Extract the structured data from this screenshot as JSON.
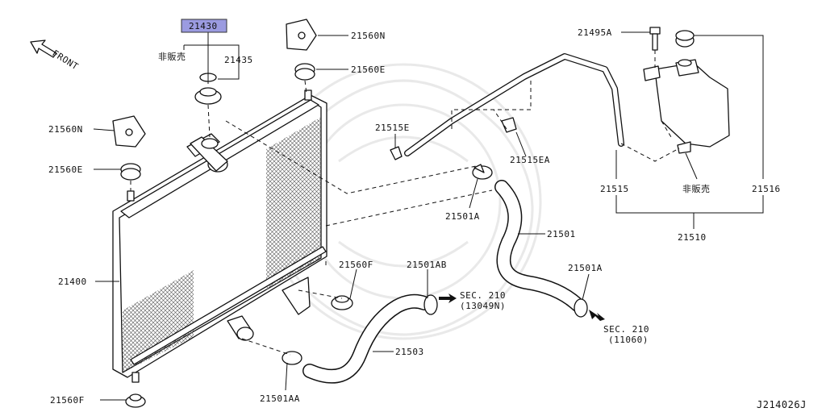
{
  "diagram": {
    "front_label": "FRONT",
    "code": "J214026J",
    "labels": {
      "l_21430": "21430",
      "l_not_sold_1": "非販売",
      "l_21435": "21435",
      "l_21560N_top": "21560N",
      "l_21560E_top": "21560E",
      "l_21560N_left": "21560N",
      "l_21560E_left": "21560E",
      "l_21515E": "21515E",
      "l_21515EA": "21515EA",
      "l_21501A_upper": "21501A",
      "l_21501": "21501",
      "l_21400": "21400",
      "l_21560F_mid": "21560F",
      "l_21501AB": "21501AB",
      "l_sec210_a": "SEC. 210",
      "l_13049N": "(13049N)",
      "l_21501A_lower": "21501A",
      "l_sec210_b": "SEC. 210",
      "l_11060": "(11060)",
      "l_21503": "21503",
      "l_21501AA": "21501AA",
      "l_21560F_bottom": "21560F",
      "l_21495A": "21495A",
      "l_21515": "21515",
      "l_not_sold_2": "非販売",
      "l_21516": "21516",
      "l_21510": "21510"
    }
  }
}
